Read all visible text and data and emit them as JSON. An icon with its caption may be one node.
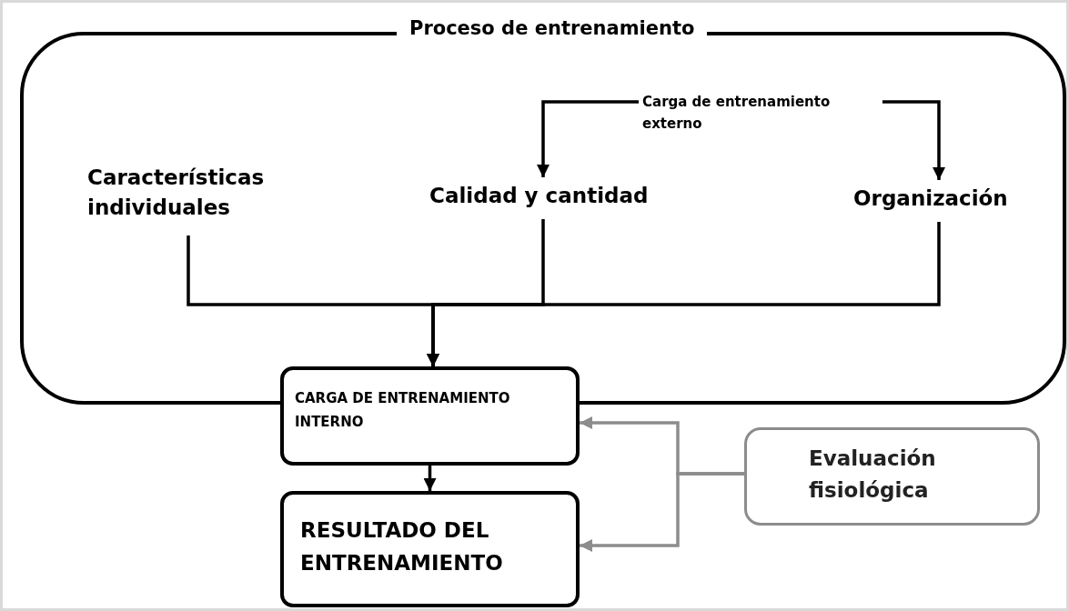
{
  "diagram": {
    "nodes": [
      {
        "text": [
          "Proceso de entrenamiento"
        ]
      },
      {
        "text": [
          "Características individuales"
        ],
        "in": 0
      },
      {
        "text": [
          "Carga de entrenamiento externo"
        ],
        "in": 0
      },
      {
        "text": [
          "Calidad y cantidad"
        ],
        "in": 0
      },
      {
        "text": [
          "Organización"
        ],
        "in": 0
      },
      {
        "text": [
          "CARGA DE ENTRENAMIENTO INTERNO"
        ]
      },
      {
        "text": [
          "RESULTADO DEL ENTRENAMIENTO"
        ]
      },
      {
        "text": [
          "Evaluación fisiológica"
        ]
      }
    ],
    "edges": [
      {
        "from": 2,
        "to": 3,
        "arrow": "to"
      },
      {
        "from": 2,
        "to": 4,
        "arrow": "to"
      },
      {
        "from": 1,
        "to": 5,
        "arrow": "to"
      },
      {
        "from": 3,
        "to": 5,
        "arrow": "to"
      },
      {
        "from": 4,
        "to": 5,
        "arrow": "to"
      },
      {
        "from": 5,
        "to": 6,
        "arrow": "to"
      },
      {
        "from": 7,
        "to": 5,
        "arrow": "to",
        "color": "#8c8c8c"
      },
      {
        "from": 7,
        "to": 6,
        "arrow": "to",
        "color": "#8c8c8c"
      }
    ]
  }
}
